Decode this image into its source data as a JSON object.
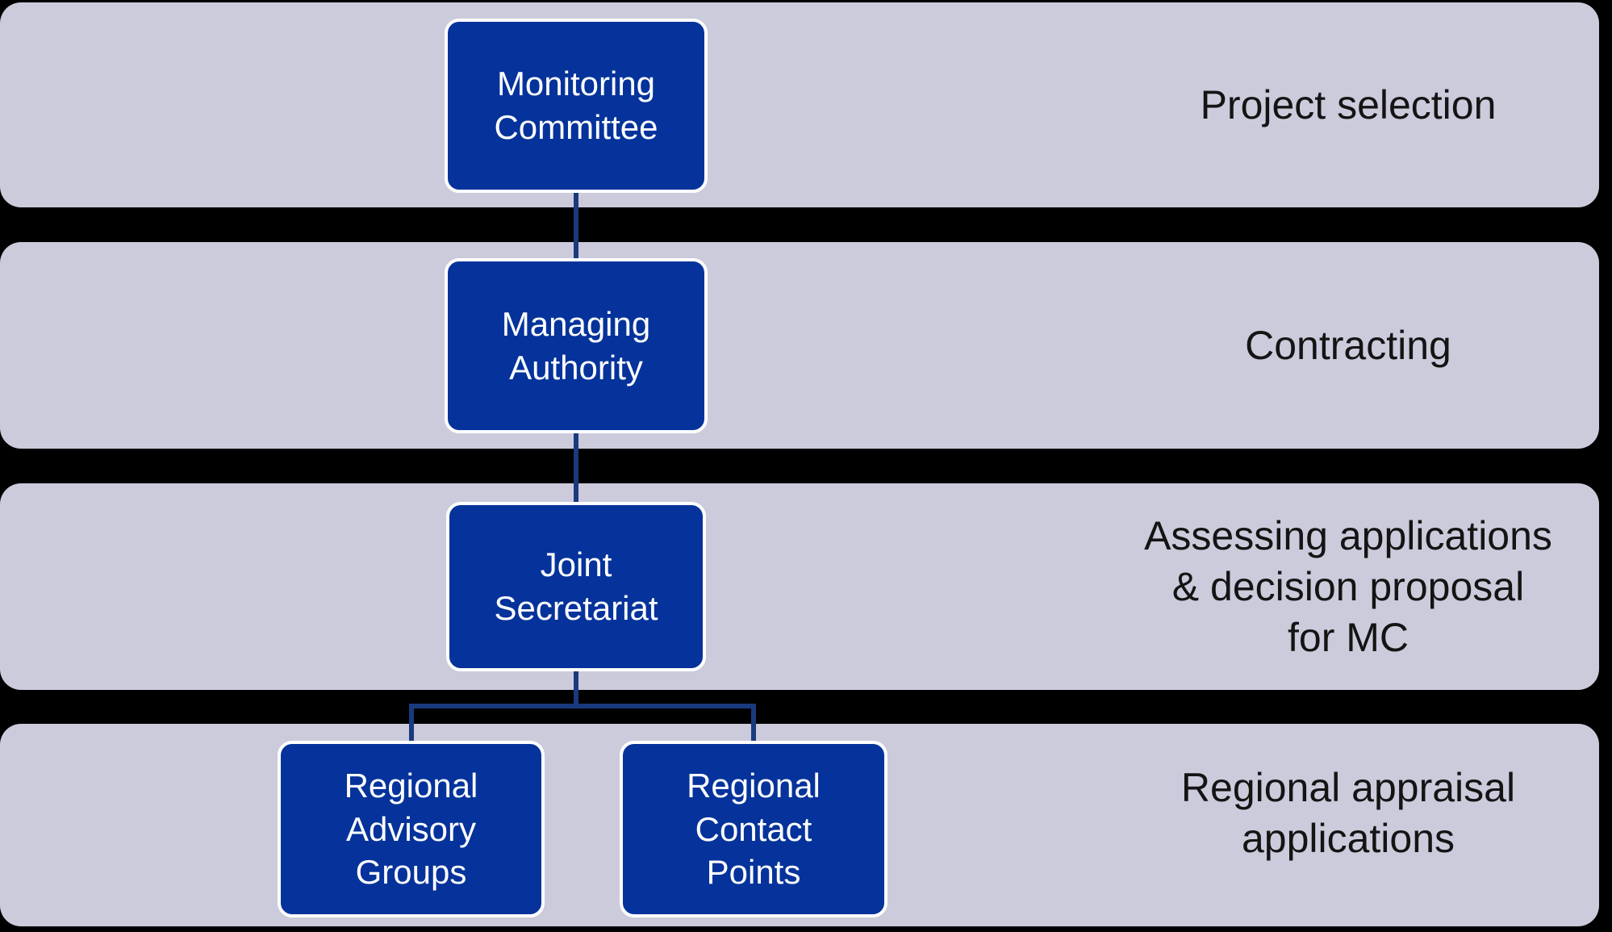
{
  "colors": {
    "background": "#000000",
    "band": "#CBCBDC",
    "box_fill": "#05339B",
    "box_border": "#FFFFFF",
    "connector": "#1A3A7E",
    "band_text": "#141414",
    "box_text": "#FFFFFF"
  },
  "nodes": {
    "monitoring": {
      "label": "Monitoring\nCommittee"
    },
    "managing": {
      "label": "Managing\nAuthority"
    },
    "joint": {
      "label": "Joint\nSecretariat"
    },
    "regional_advisory": {
      "label": "Regional\nAdvisory\nGroups"
    },
    "regional_contact": {
      "label": "Regional\nContact\nPoints"
    }
  },
  "bands": {
    "band1": {
      "label": "Project selection"
    },
    "band2": {
      "label": "Contracting"
    },
    "band3": {
      "label": "Assessing applications\n& decision proposal\nfor MC"
    },
    "band4": {
      "label": "Regional appraisal\napplications"
    }
  }
}
